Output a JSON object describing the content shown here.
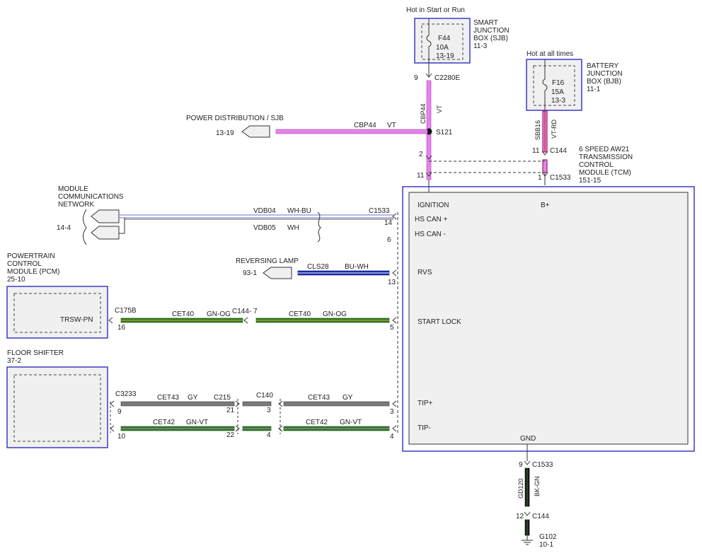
{
  "colors": {
    "violet": "#e484e8",
    "blue": "#1d2bb5",
    "green": "#2b7d1f",
    "gray": "#7a7a7a",
    "black": "#1a1a1a",
    "box_border": "#3b3bc8",
    "box_fill": "#f0f0f0"
  },
  "sjb": {
    "hot_label": "Hot in Start or Run",
    "name_line1": "SMART",
    "name_line2": "JUNCTION",
    "name_line3": "BOX (SJB)",
    "page": "11-3",
    "fuse_id": "F44",
    "fuse_rating": "10A",
    "fuse_ref": "13-19",
    "pin": "9",
    "connector": "C2280E"
  },
  "bjb": {
    "hot_label": "Hot at all times",
    "name_line1": "BATTERY",
    "name_line2": "JUNCTION",
    "name_line3": "BOX (BJB)",
    "page": "11-1",
    "fuse_id": "F16",
    "fuse_rating": "15A",
    "fuse_ref": "13-3",
    "circuit": "SBB16",
    "color": "VT-RD",
    "pin": "11",
    "connector": "C144"
  },
  "power_dist": {
    "label": "POWER DISTRIBUTION / SJB",
    "page": "13-19",
    "circuit": "CBP44",
    "color": "VT"
  },
  "ignition_feed": {
    "circuit": "CBP44",
    "color": "VT",
    "splice": "S121",
    "pin_upper": "2",
    "pin_lower": "11"
  },
  "tcm": {
    "name_line1": "6 SPEED AW21",
    "name_line2": "TRANSMISSION",
    "name_line3": "CONTROL",
    "name_line4": "MODULE (TCM)",
    "page": "151-15",
    "battery_pin": "1",
    "connector": "C1533",
    "pins": {
      "ignition": "IGNITION",
      "bplus": "B+",
      "hs_can_plus": "HS CAN +",
      "hs_can_minus": "HS CAN -",
      "rvs": "RVS",
      "start_lock": "START LOCK",
      "tip_plus": "TIP+",
      "tip_minus": "TIP-",
      "gnd": "GND"
    }
  },
  "network": {
    "name_line1": "MODULE",
    "name_line2": "COMMUNICATIONS",
    "name_line3": "NETWORK",
    "page": "14-4",
    "connector": "C1533",
    "can_plus": {
      "circuit": "VDB04",
      "color": "WH-BU",
      "pin": "14"
    },
    "can_minus": {
      "circuit": "VDB05",
      "color": "WH",
      "pin": "6"
    }
  },
  "reversing": {
    "label": "REVERSING LAMP",
    "page": "93-1",
    "circuit": "CLS28",
    "color": "BU-WH",
    "pin": "13"
  },
  "pcm": {
    "name_line1": "POWERTRAIN",
    "name_line2": "CONTROL",
    "name_line3": "MODULE (PCM)",
    "page": "25-10",
    "signal": "TRSW-PN",
    "connector": "C175B",
    "pin": "16",
    "circuit": "CET40",
    "color": "GN-OG",
    "inline": "C144",
    "inline_pin": "7",
    "tcm_pin": "5"
  },
  "shifter": {
    "name": "FLOOR SHIFTER",
    "page": "37-2",
    "connector": "C3233",
    "c215": "C215",
    "c140": "C140",
    "tip_plus": {
      "circuit": "CET43",
      "color": "GY",
      "pin_shifter": "9",
      "pin_c215": "21",
      "pin_c140": "3",
      "pin_tcm": "3"
    },
    "tip_minus": {
      "circuit": "CET42",
      "color": "GN-VT",
      "pin_shifter": "10",
      "pin_c215": "22",
      "pin_c140": "4",
      "pin_tcm": "4"
    }
  },
  "ground": {
    "pin_upper": "9",
    "connector_upper": "C1533",
    "circuit": "GD120",
    "color": "BK-GN",
    "pin_lower": "12",
    "connector_lower": "C144",
    "ground_id": "G102",
    "page": "10-1"
  }
}
